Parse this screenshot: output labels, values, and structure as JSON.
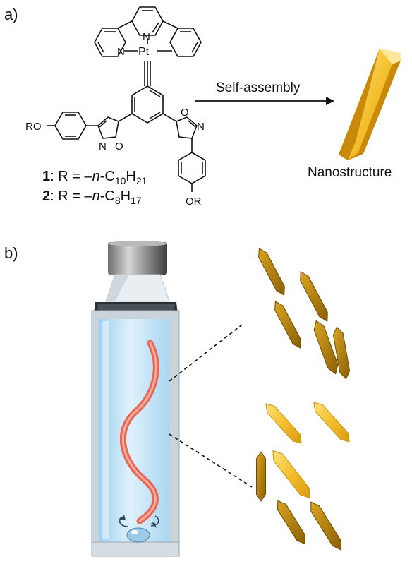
{
  "panels": {
    "a": "a)",
    "b": "b)"
  },
  "molecule": {
    "atoms": {
      "n_tpy1": "N",
      "n_tpy2": "N",
      "pt": "Pt",
      "ro_left": "RO",
      "n_iso_left": "N",
      "o_iso_left": "O",
      "o_iso_right": "O",
      "n_iso_right": "N",
      "or_bottom": "OR"
    },
    "compounds": [
      {
        "num": "1",
        "prefix": ": R = –",
        "n": "n",
        "formula": "-C",
        "sub1": "10",
        "h": "H",
        "sub2": "21"
      },
      {
        "num": "2",
        "prefix": ": R = –",
        "n": "n",
        "formula": "-C",
        "sub1": "8",
        "h": "H",
        "sub2": "17"
      }
    ]
  },
  "arrow": {
    "label": "Self-assembly"
  },
  "product": {
    "label": "Nanostructure"
  },
  "colors": {
    "gold_light": "#f5c73a",
    "gold_dark": "#b8860b",
    "glass": "#cfe7f7",
    "helix": "#f07a68"
  }
}
